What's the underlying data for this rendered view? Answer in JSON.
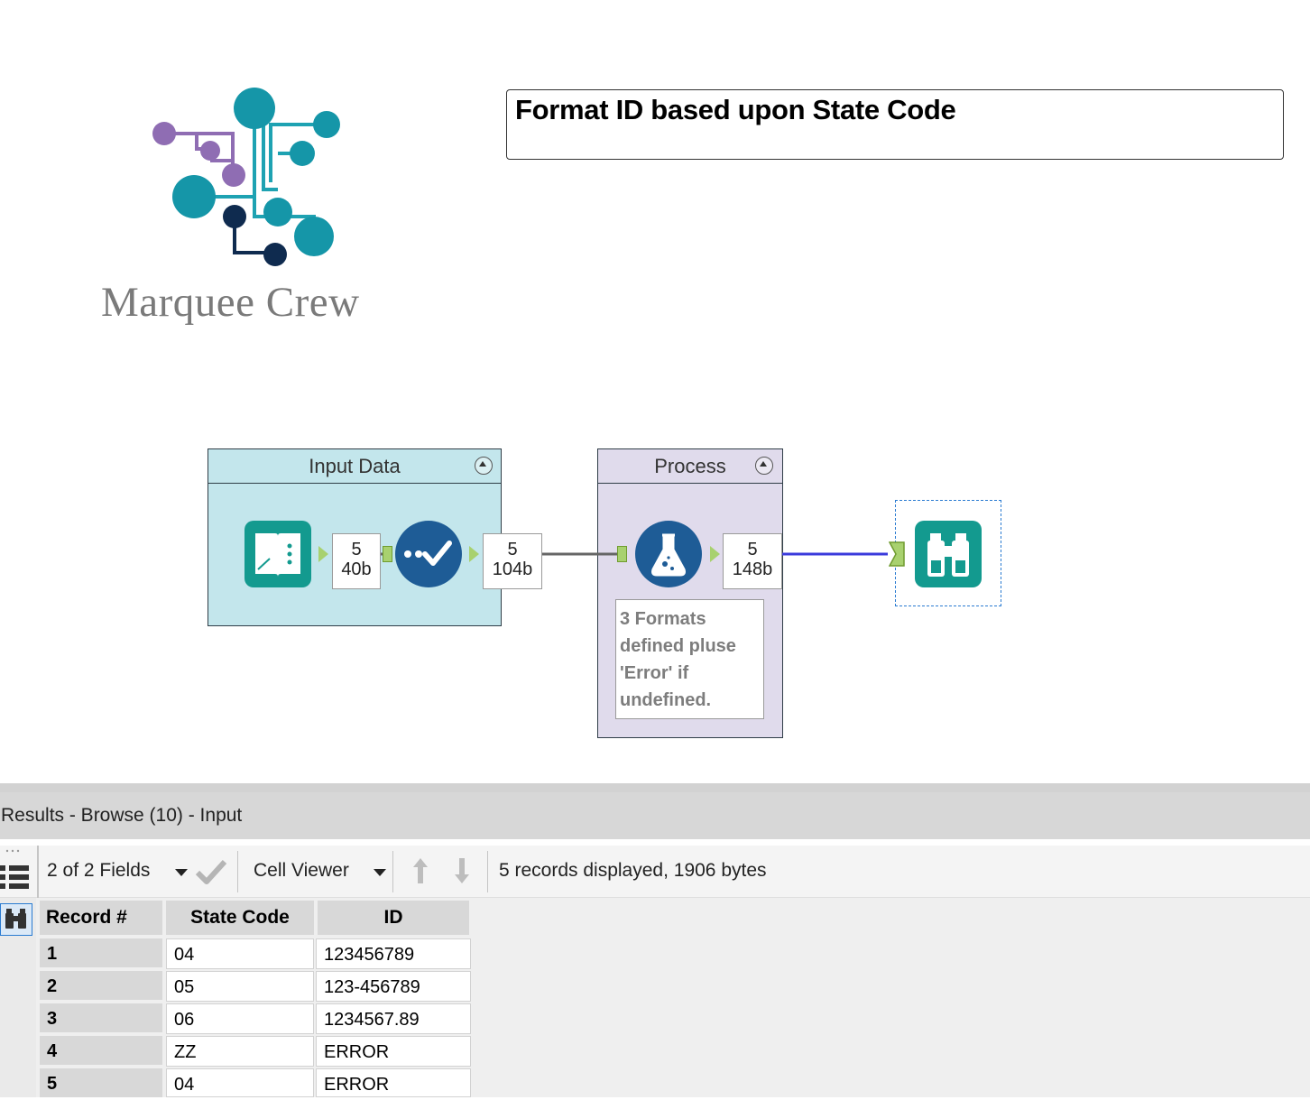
{
  "logo": {
    "text": "Marquee Crew"
  },
  "canvas": {
    "title": "Format ID based upon State Code",
    "containers": [
      {
        "id": "input",
        "title": "Input Data"
      },
      {
        "id": "process",
        "title": "Process"
      }
    ],
    "badges": [
      {
        "count": "5",
        "size": "40b"
      },
      {
        "count": "5",
        "size": "104b"
      },
      {
        "count": "5",
        "size": "148b"
      }
    ],
    "formula_comment": "3 Formats defined pluse 'Error' if undefined."
  },
  "results": {
    "title": "Results - Browse (10) - Input",
    "fields_selector": "2 of 2 Fields",
    "viewer_selector": "Cell Viewer",
    "status": "5 records displayed, 1906 bytes",
    "columns": [
      "Record #",
      "State Code",
      "ID"
    ],
    "rows": [
      [
        "1",
        "04",
        "123456789"
      ],
      [
        "2",
        "05",
        "123-456789"
      ],
      [
        "3",
        "06",
        "1234567.89"
      ],
      [
        "4",
        "ZZ",
        "ERROR"
      ],
      [
        "5",
        "04",
        "ERROR"
      ]
    ]
  },
  "colors": {
    "teal_tool": "#139a8f",
    "blue_tool": "#1e5c96",
    "input_container": "#c3e6ec",
    "process_container": "#e0dbec",
    "connection_blue": "#3b3bdc"
  }
}
